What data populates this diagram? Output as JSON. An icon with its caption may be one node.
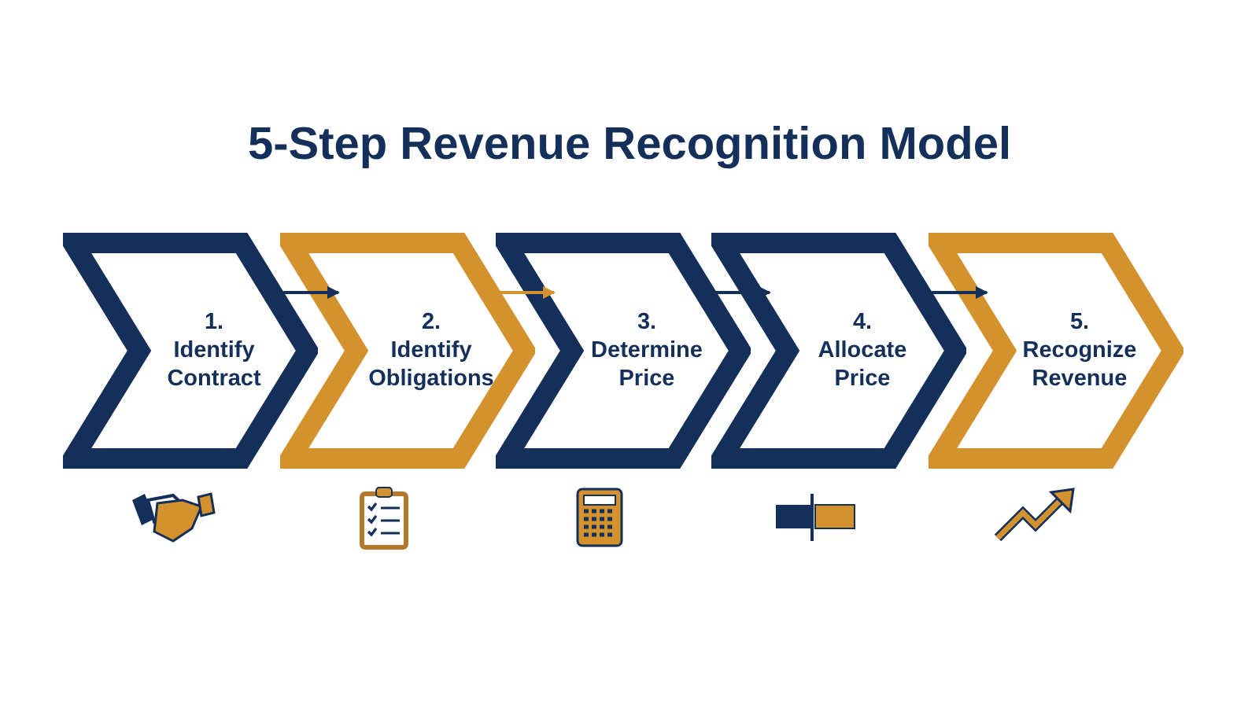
{
  "diagram": {
    "title": "5-Step Revenue Recognition Model",
    "nodes": [
      {
        "text": [
          "1.",
          "Identify Contract"
        ]
      },
      {
        "text": [
          "2.",
          "Identify Obligations"
        ]
      },
      {
        "text": [
          "3.",
          "Determine Price"
        ]
      },
      {
        "text": [
          "4.",
          "Allocate Price"
        ]
      },
      {
        "text": [
          "5.",
          "Recognize Revenue"
        ]
      }
    ],
    "edges": [
      {
        "from": 0,
        "to": 1,
        "arrow": "to"
      },
      {
        "from": 1,
        "to": 2,
        "arrow": "to",
        "color": "#d4922e"
      },
      {
        "from": 2,
        "to": 3,
        "arrow": "to"
      },
      {
        "from": 3,
        "to": 4,
        "arrow": "to"
      }
    ]
  }
}
